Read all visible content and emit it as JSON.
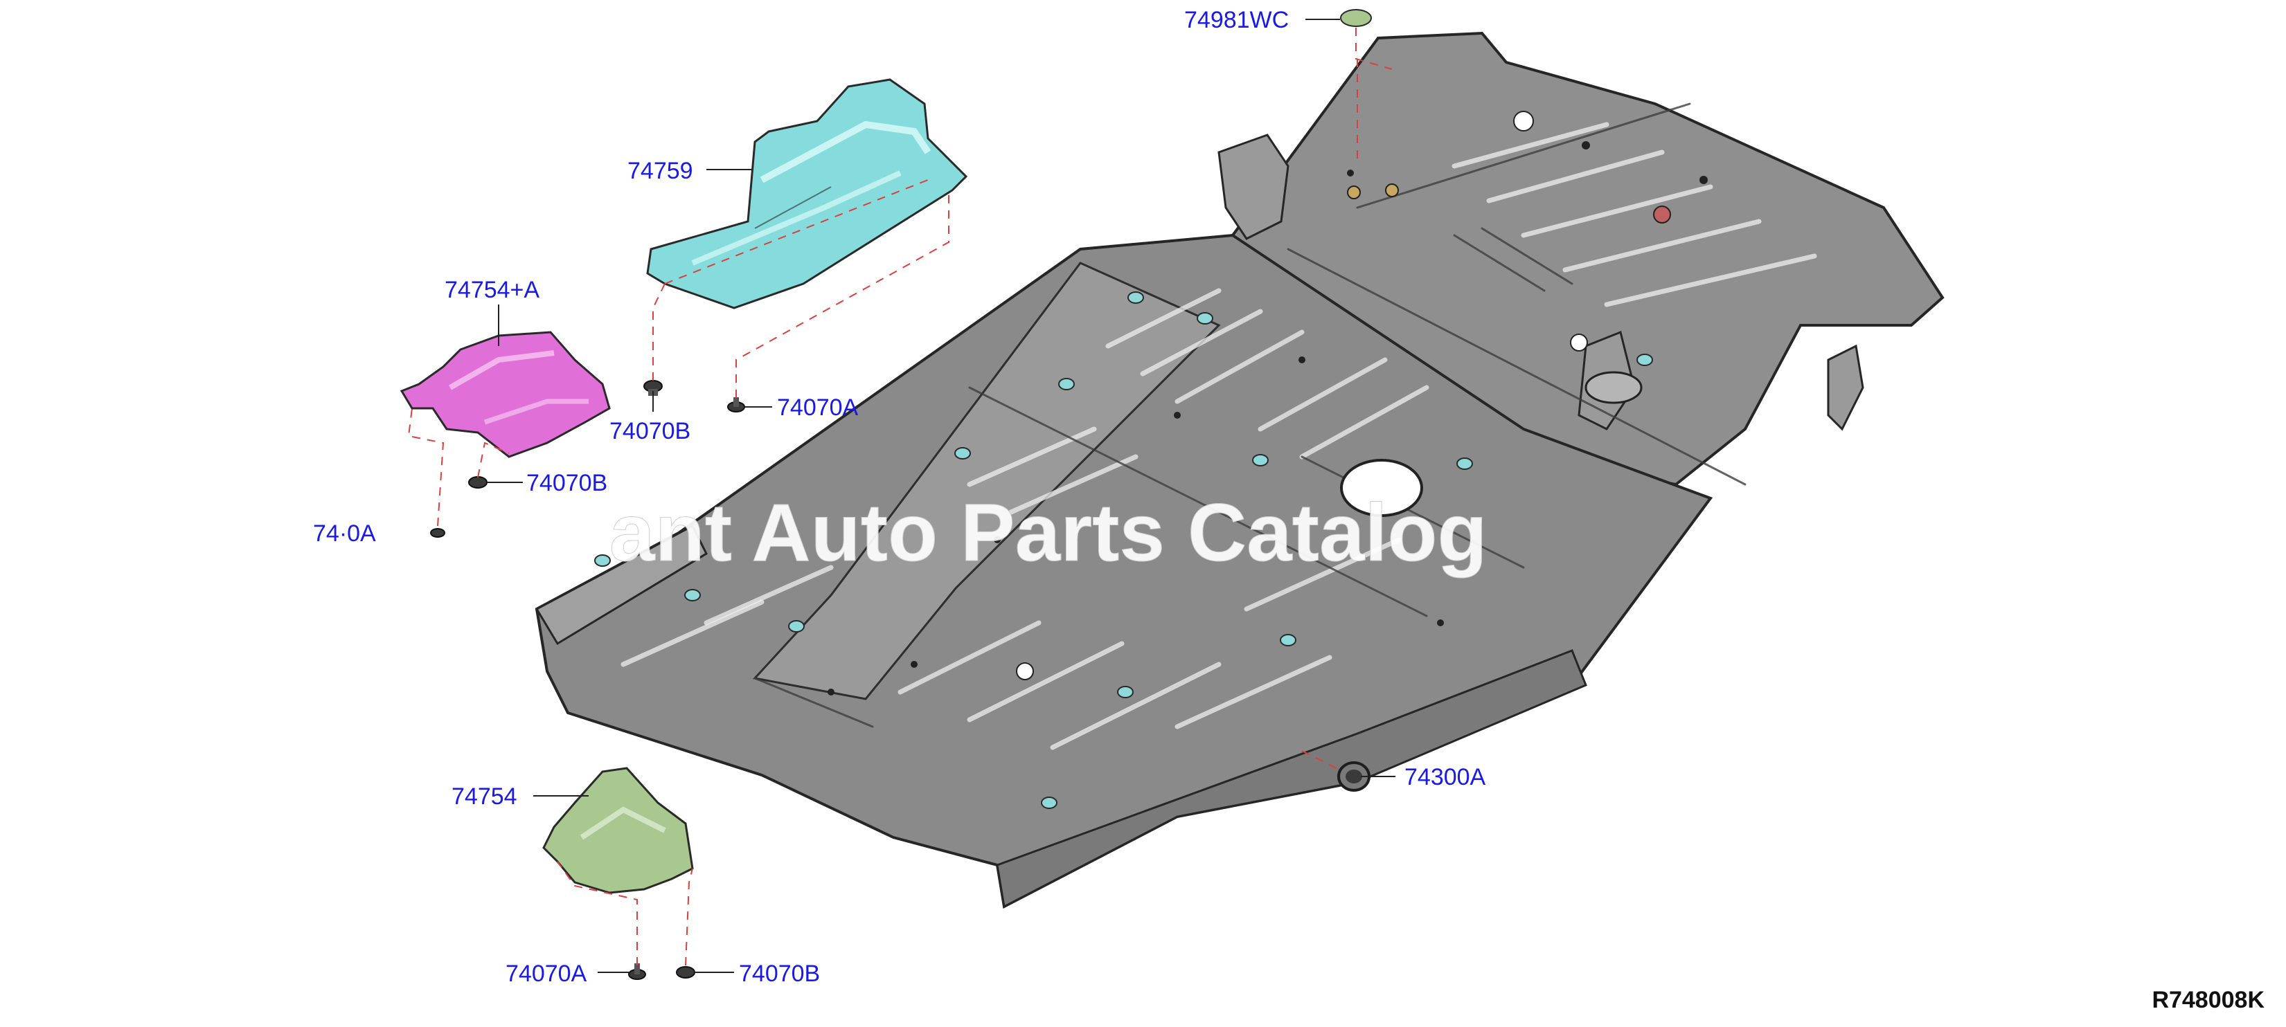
{
  "diagram_id": "R748008K",
  "watermark": "ant Auto Parts Catalog",
  "colors": {
    "label": "#1a1ae6",
    "floor_panel": "#8a8a8a",
    "cover_74759": "#86dcdc",
    "cover_74754_plus_a": "#e070d8",
    "cover_74754": "#a8c890",
    "fastener": "#3a3a3a",
    "plug_74981wc": "#a8c890",
    "leader_dash": "#d94040"
  },
  "callouts": {
    "c74981wc": "74981WC",
    "c74759": "74759",
    "c74754a": "74754+A",
    "c74070b_top": "74070B",
    "c74070a_top": "74070A",
    "c74070b_mid": "74070B",
    "c74070a_left": "74·0A",
    "c74754": "74754",
    "c74300a": "74300A",
    "c74070a_bottom": "74070A",
    "c74070b_bottom": "74070B"
  }
}
